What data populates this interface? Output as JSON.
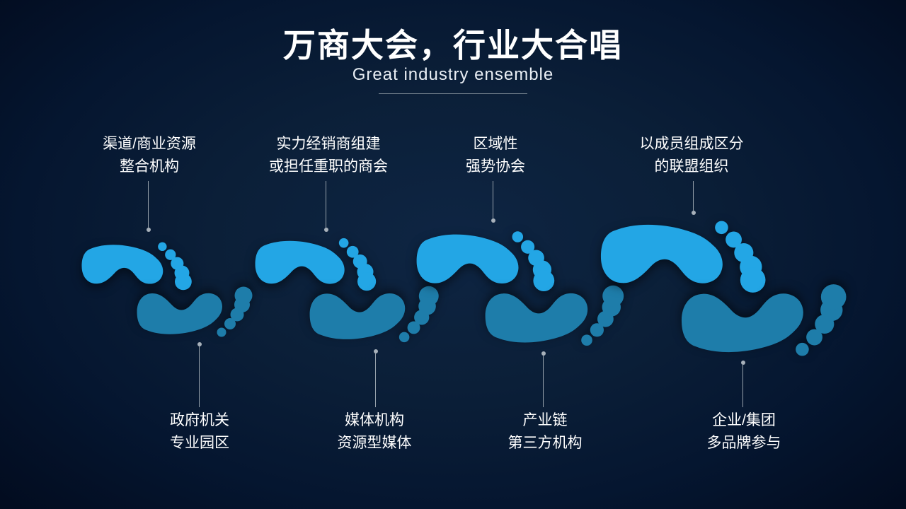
{
  "slide": {
    "title": "万商大会，行业大合唱",
    "subtitle": "Great industry ensemble"
  },
  "steps": [
    {
      "top": {
        "line1": "渠道/商业资源",
        "line2": "整合机构"
      },
      "bottom": {
        "line1": "政府机关",
        "line2": "专业园区"
      }
    },
    {
      "top": {
        "line1": "实力经销商组建",
        "line2": "或担任重职的商会"
      },
      "bottom": {
        "line1": "媒体机构",
        "line2": "资源型媒体"
      }
    },
    {
      "top": {
        "line1": "区域性",
        "line2": "强势协会"
      },
      "bottom": {
        "line1": "产业链",
        "line2": "第三方机构"
      }
    },
    {
      "top": {
        "line1": "以成员组成区分",
        "line2": "的联盟组织"
      },
      "bottom": {
        "line1": "企业/集团",
        "line2": "多品牌参与"
      }
    }
  ],
  "icons": {
    "footprint_upper": "footprint-icon",
    "footprint_lower": "footprint-icon"
  },
  "colors": {
    "background_center": "#0E2543",
    "background_edge": "#020B1E",
    "footprint_light": "#23A6E5",
    "footprint_dark": "#1E7DAA",
    "text": "#FFFFFF",
    "connector": "#96A1AB",
    "divider": "#76838F"
  }
}
